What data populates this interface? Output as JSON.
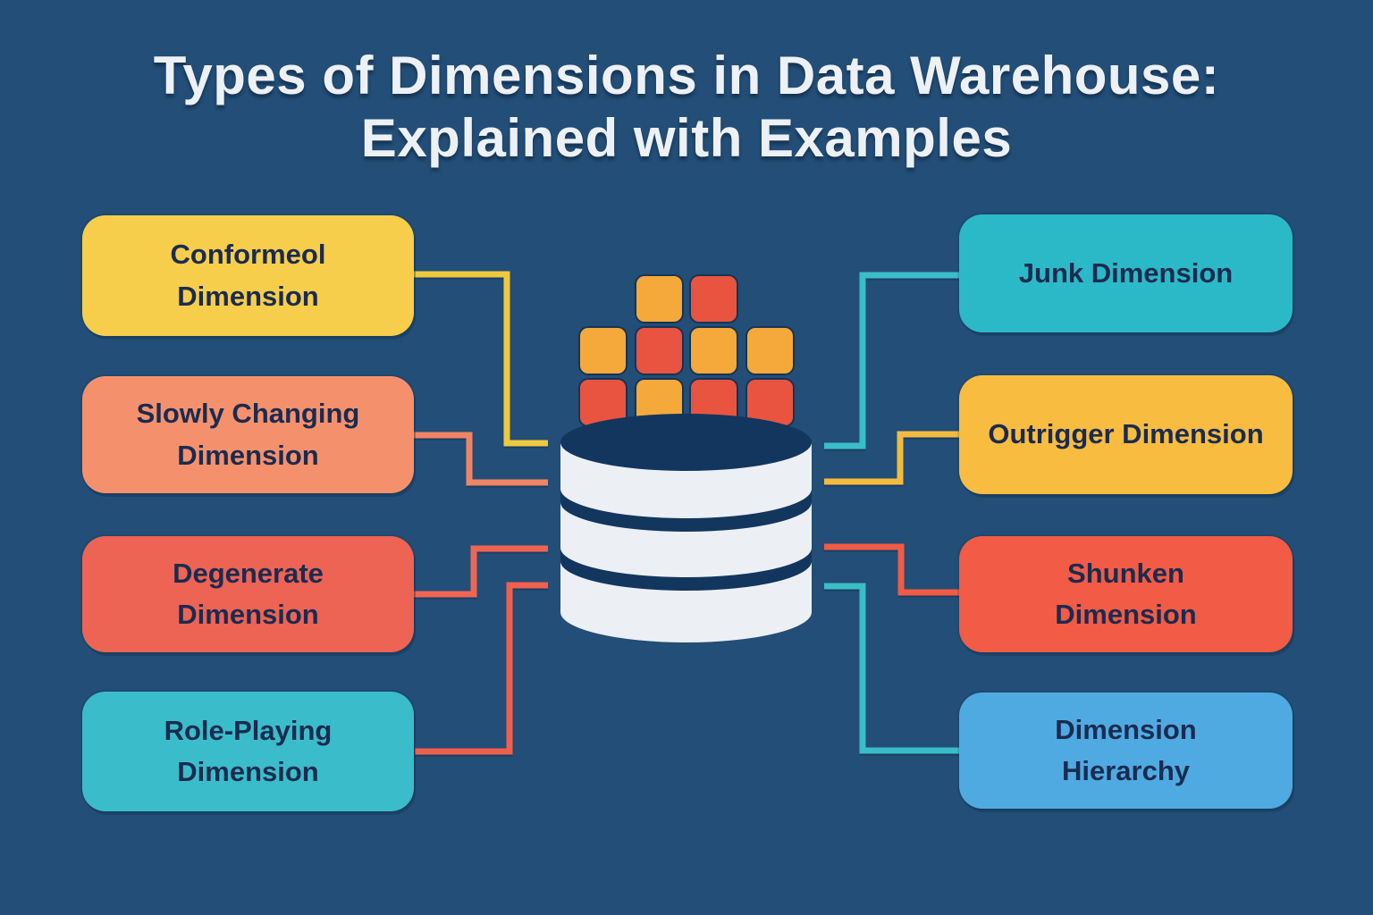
{
  "background_color": "#224E77",
  "title": {
    "line1": "Types of Dimensions in Data Warehouse:",
    "line2": "Explained with Examples",
    "color": "#EDF1F5"
  },
  "box_text_color": "#1B2B50",
  "left_boxes": [
    {
      "name": "conformed-dimension",
      "lines": [
        "Conformeol",
        "Dimension"
      ],
      "bg": "#F6CE4B",
      "connector": "#EFC83F"
    },
    {
      "name": "slowly-changing-dimension",
      "lines": [
        "Slowly Changing",
        "Dimension"
      ],
      "bg": "#F4916C",
      "connector": "#F08465"
    },
    {
      "name": "degenerate-dimension",
      "lines": [
        "Degenerate",
        "Dimension"
      ],
      "bg": "#ED6354",
      "connector": "#EF6554"
    },
    {
      "name": "role-playing-dimension",
      "lines": [
        "Role-Playing",
        "Dimension"
      ],
      "bg": "#3BBCCA",
      "connector": "#F0604D"
    }
  ],
  "right_boxes": [
    {
      "name": "junk-dimension",
      "lines": [
        "Junk Dimension"
      ],
      "bg": "#2CB9C7",
      "connector": "#3ABDC9"
    },
    {
      "name": "outrigger-dimension",
      "lines": [
        "Outrigger Dimension"
      ],
      "bg": "#F8BC41",
      "connector": "#F2BB3F"
    },
    {
      "name": "shrunken-dimension",
      "lines": [
        "Shunken",
        "Dimension"
      ],
      "bg": "#F25B45",
      "connector": "#F15B44"
    },
    {
      "name": "dimension-hierarchy",
      "lines": [
        "Dimension",
        "Hierarchy"
      ],
      "bg": "#4FAAE2",
      "connector": "#3ABDC9"
    }
  ],
  "database_icon": {
    "body_color": "#ECEFF4",
    "band_color": "#12365E",
    "square_colors": {
      "yellow": "#F5A93A",
      "red": "#E95440"
    },
    "square_rows": [
      [
        null,
        "yellow",
        "red",
        null
      ],
      [
        "yellow",
        "red",
        "yellow",
        "yellow"
      ],
      [
        "red",
        "yellow",
        "red",
        "red"
      ]
    ]
  }
}
